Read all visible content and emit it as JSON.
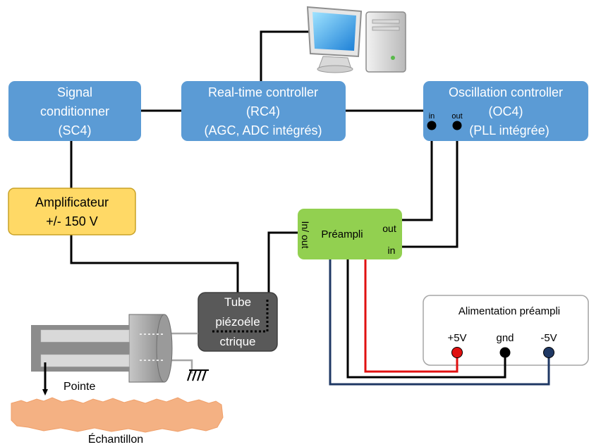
{
  "blocks": {
    "signal_conditioner": {
      "lines": [
        "Signal",
        "conditionner",
        "(SC4)"
      ]
    },
    "realtime_controller": {
      "lines": [
        "Real-time controller",
        "(RC4)",
        "(AGC, ADC intégrés)"
      ]
    },
    "oscillation_controller": {
      "lines": [
        "Oscillation controller",
        "(OC4)",
        "(PLL intégrée)"
      ],
      "port_in": "in",
      "port_out": "out"
    },
    "amplifier": {
      "lines": [
        "Amplificateur",
        "+/- 150 V"
      ]
    },
    "preamp": {
      "title": "Préampli",
      "side_label": "In/ out",
      "port_out": "out",
      "port_in": "in"
    },
    "tube": {
      "lines": [
        "Tube",
        "piézoéle",
        "ctrique"
      ]
    },
    "power_supply": {
      "title": "Alimentation préampli",
      "plus": "+5V",
      "gnd": "gnd",
      "minus": "-5V"
    }
  },
  "labels": {
    "tip": "Pointe",
    "sample": "Échantillon"
  },
  "colors": {
    "block_blue": "#5b9bd5",
    "amplifier_fill": "#ffd966",
    "amplifier_border": "#c9a227",
    "preamp_fill": "#92d050",
    "tube_fill": "#595959",
    "red_wire": "#e01010",
    "navy_wire": "#1f3864",
    "sample_fill": "#f4b183"
  }
}
